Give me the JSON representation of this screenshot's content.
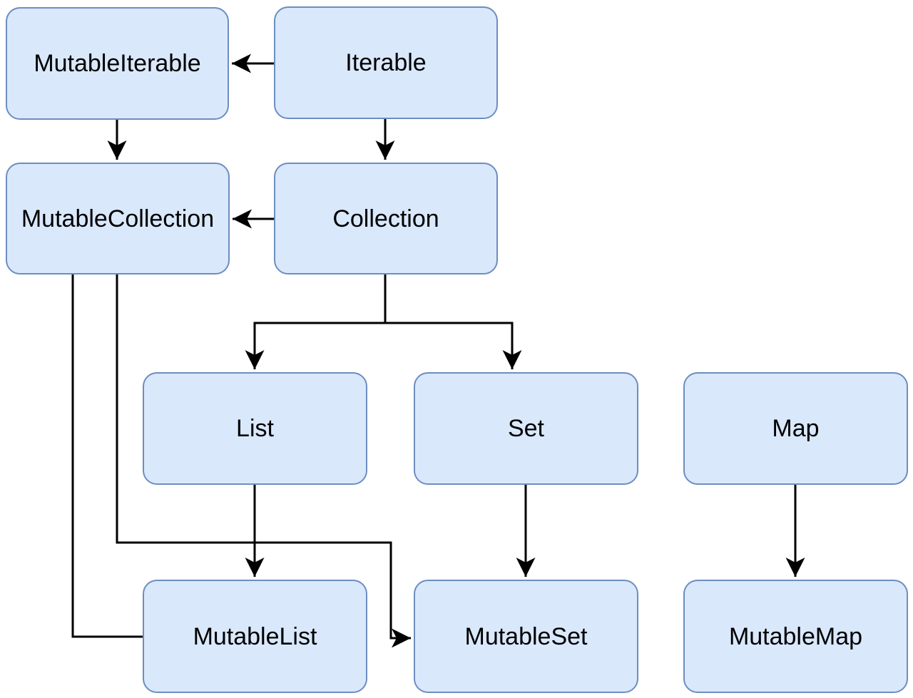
{
  "colors": {
    "background": "#ffffff",
    "node_fill": "#dae8fc",
    "node_border": "#6c8ebf",
    "edge": "#000000",
    "label_text": "#000000"
  },
  "nodes": [
    {
      "id": "mutable-iterable",
      "label": "MutableIterable"
    },
    {
      "id": "iterable",
      "label": "Iterable"
    },
    {
      "id": "mutable-collection",
      "label": "MutableCollection"
    },
    {
      "id": "collection",
      "label": "Collection"
    },
    {
      "id": "list",
      "label": "List"
    },
    {
      "id": "set",
      "label": "Set"
    },
    {
      "id": "map",
      "label": "Map"
    },
    {
      "id": "mutable-list",
      "label": "MutableList"
    },
    {
      "id": "mutable-set",
      "label": "MutableSet"
    },
    {
      "id": "mutable-map",
      "label": "MutableMap"
    }
  ],
  "edges": [
    {
      "from": "Iterable",
      "to": "MutableIterable",
      "arrowhead": true
    },
    {
      "from": "MutableIterable",
      "to": "MutableCollection",
      "arrowhead": true
    },
    {
      "from": "Iterable",
      "to": "Collection",
      "arrowhead": true
    },
    {
      "from": "Collection",
      "to": "MutableCollection",
      "arrowhead": true
    },
    {
      "from": "Collection",
      "to": "List",
      "arrowhead": true
    },
    {
      "from": "Collection",
      "to": "Set",
      "arrowhead": true
    },
    {
      "from": "List",
      "to": "MutableList",
      "arrowhead": true
    },
    {
      "from": "Set",
      "to": "MutableSet",
      "arrowhead": true
    },
    {
      "from": "Map",
      "to": "MutableMap",
      "arrowhead": true
    },
    {
      "from": "MutableCollection",
      "to": "MutableList",
      "arrowhead": false
    },
    {
      "from": "MutableCollection",
      "to": "MutableSet",
      "arrowhead": true
    }
  ]
}
